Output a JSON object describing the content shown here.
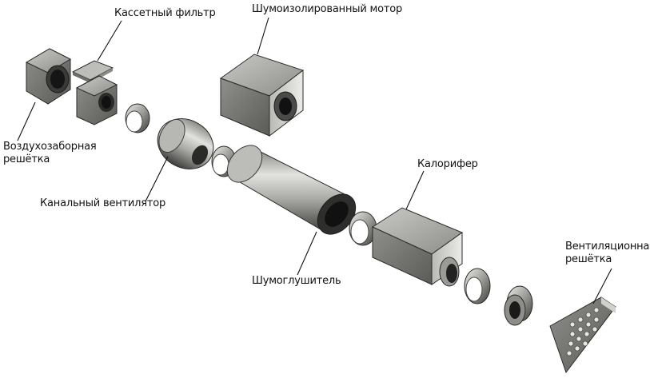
{
  "labels": {
    "cassette_filter": "Кассетный фильтр",
    "silent_motor": "Шумоизолированный мотор",
    "air_intake_grille": [
      "Воздухозаборная",
      "решётка"
    ],
    "duct_fan": "Канальный вентилятор",
    "heater": "Калорифер",
    "silencer": "Шумоглушитель",
    "vent_grille": [
      "Вентиляционная",
      "решётка"
    ]
  },
  "colors": {
    "text": "#111111",
    "leader": "#111111",
    "metal_light": "#d4d4d0",
    "metal_mid": "#9a9a96",
    "metal_dark": "#4a4a48",
    "shadow": "#1c1c1c"
  }
}
